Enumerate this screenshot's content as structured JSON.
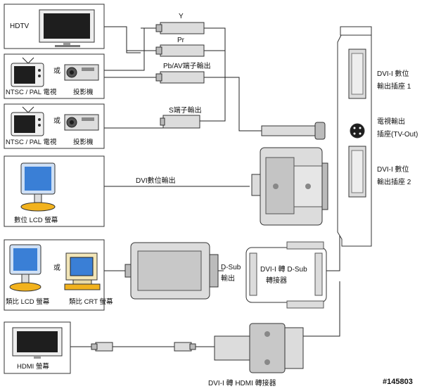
{
  "colors": {
    "line": "#222222",
    "box_border": "#333333",
    "connector_fill": "#dcdcdc",
    "connector_dark": "#9a9a9a",
    "card_fill": "#ffffff",
    "screen": "#1e1e1e",
    "monitor_blue": "#3a7fd6",
    "base_yellow": "#f2b21d"
  },
  "devices": {
    "hdtv": {
      "label": "HDTV",
      "icon": "hdtv-icon"
    },
    "ntsc_pal_1": {
      "tv_label": "NTSC / PAL 電視",
      "or": "或",
      "projector_label": "投影機",
      "icons": [
        "crt-tv-icon",
        "projector-icon"
      ]
    },
    "ntsc_pal_2": {
      "tv_label": "NTSC / PAL 電視",
      "or": "或",
      "projector_label": "投影機",
      "icons": [
        "crt-tv-icon",
        "projector-icon"
      ]
    },
    "digital_lcd": {
      "label": "數位 LCD 螢幕",
      "icon": "lcd-monitor-icon"
    },
    "analog": {
      "lcd_label": "類比 LCD 螢幕",
      "or": "或",
      "crt_label": "類比 CRT 螢幕",
      "icons": [
        "lcd-monitor-icon",
        "crt-monitor-icon"
      ]
    },
    "hdmi": {
      "label": "HDMI 螢幕",
      "icon": "hdmi-display-icon"
    }
  },
  "connectors": {
    "y": "Y",
    "pr": "Pr",
    "pb_av": "Pb/AV端子輸出",
    "s_video": "S端子輸出",
    "dvi_out": "DVI數位輸出",
    "dsub_out_1": "D-Sub",
    "dsub_out_2": "輸出",
    "dvi_to_dsub_1": "DVI-I 轉 D-Sub",
    "dvi_to_dsub_2": "轉接器",
    "dvi_to_hdmi": "DVI-I 轉 HDMI 轉接器"
  },
  "card": {
    "dvi1_line1": "DVI-I 數位",
    "dvi1_line2": "輸出插座 1",
    "tvout_line1": "電視輸出",
    "tvout_line2": "插座(TV-Out)",
    "dvi2_line1": "DVI-I 數位",
    "dvi2_line2": "輸出插座 2"
  },
  "watermark": "#145803"
}
